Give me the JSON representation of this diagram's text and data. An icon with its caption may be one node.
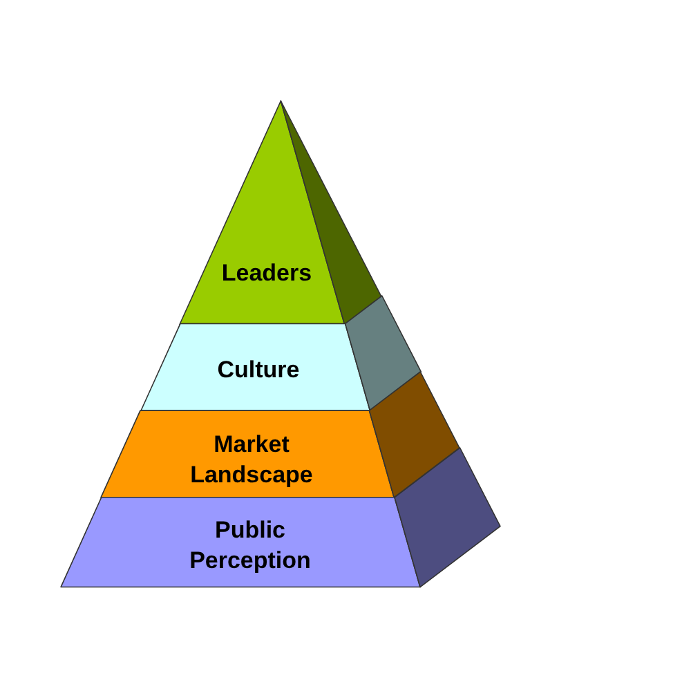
{
  "diagram": {
    "nodes": [
      {
        "text": [
          "Leaders"
        ]
      },
      {
        "text": [
          "Culture"
        ]
      },
      {
        "text": [
          "Market Landscape"
        ]
      },
      {
        "text": [
          "Public Perception"
        ]
      }
    ]
  }
}
